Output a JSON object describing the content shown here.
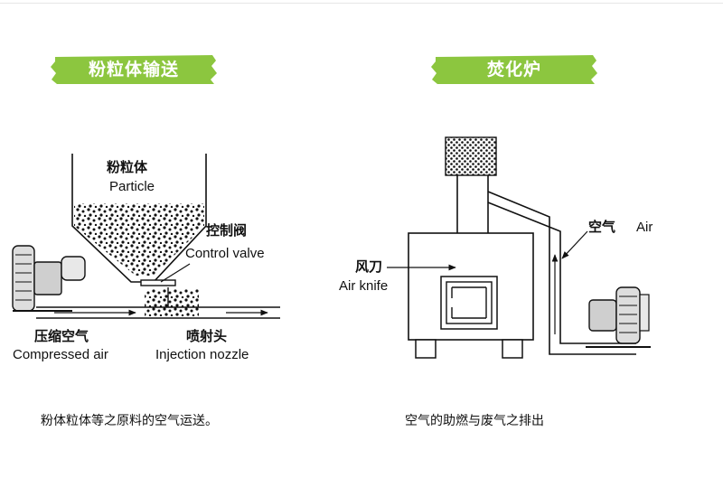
{
  "banners": {
    "left": "粉粒体输送",
    "right": "焚化炉"
  },
  "left_diagram": {
    "particle_cn": "粉粒体",
    "particle_en": "Particle",
    "control_valve_cn": "控制阀",
    "control_valve_en": "Control valve",
    "compressed_air_cn": "压缩空气",
    "compressed_air_en": "Compressed air",
    "injection_nozzle_cn": "喷射头",
    "injection_nozzle_en": "Injection nozzle"
  },
  "right_diagram": {
    "air_cn": "空气",
    "air_en": "Air",
    "air_knife_cn": "风刀",
    "air_knife_en": "Air knife"
  },
  "captions": {
    "left": "粉体粒体等之原料的空气运送。",
    "right": "空气的助燃与废气之排出"
  },
  "colors": {
    "banner_green": "#8cc63f",
    "line": "#111111"
  }
}
